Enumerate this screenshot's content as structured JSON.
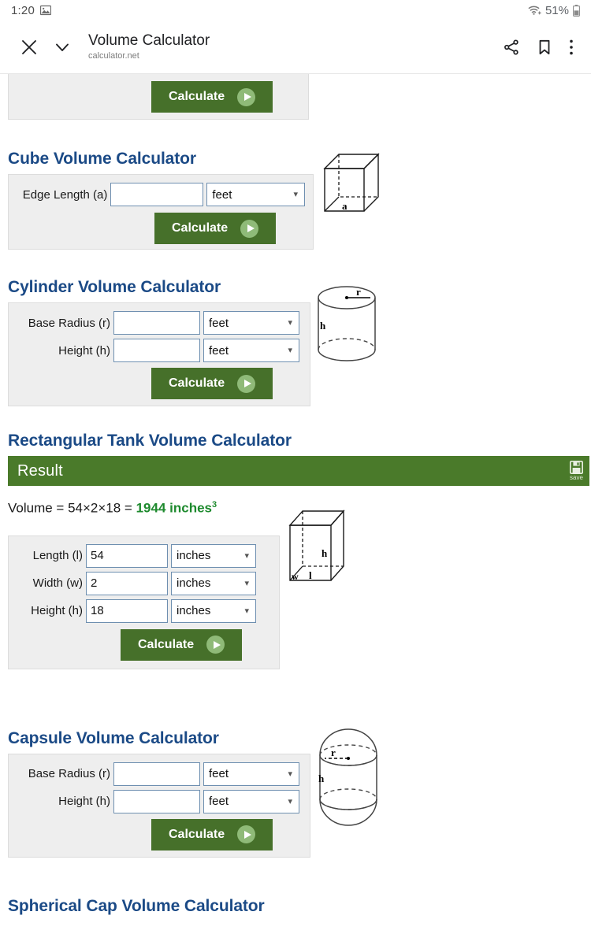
{
  "statusbar": {
    "time": "1:20",
    "image_icon": "image-icon",
    "wifi_icon": "wifi-icon",
    "battery_pct": "51%",
    "battery_icon": "battery-icon"
  },
  "appbar": {
    "close_icon": "close-icon",
    "chevron_down_icon": "chevron-down-icon",
    "title": "Volume Calculator",
    "subtitle": "calculator.net",
    "share_icon": "share-icon",
    "bookmark_icon": "bookmark-icon",
    "overflow_icon": "more-vertical-icon"
  },
  "common": {
    "calculate_label": "Calculate",
    "play_icon": "play-icon",
    "chevron": "⌄"
  },
  "sections": {
    "partial_top": {
      "calculate_label": "Calculate"
    },
    "cube": {
      "title": "Cube Volume Calculator",
      "fields": [
        {
          "label": "Edge Length (a)",
          "value": "",
          "unit": "feet"
        }
      ],
      "calculate_label": "Calculate",
      "diagram": "cube-diagram",
      "diagram_labels": [
        "a"
      ]
    },
    "cylinder": {
      "title": "Cylinder Volume Calculator",
      "fields": [
        {
          "label": "Base Radius (r)",
          "value": "",
          "unit": "feet"
        },
        {
          "label": "Height (h)",
          "value": "",
          "unit": "feet"
        }
      ],
      "calculate_label": "Calculate",
      "diagram": "cylinder-diagram",
      "diagram_labels": [
        "r",
        "h"
      ]
    },
    "rect_tank": {
      "title": "Rectangular Tank Volume Calculator",
      "result_label": "Result",
      "save_icon": "save-icon",
      "save_text": "save",
      "result_prefix": "Volume = 54×2×18 = ",
      "result_value": "1944 inches",
      "result_exponent": "3",
      "fields": [
        {
          "label": "Length (l)",
          "value": "54",
          "unit": "inches"
        },
        {
          "label": "Width (w)",
          "value": "2",
          "unit": "inches"
        },
        {
          "label": "Height (h)",
          "value": "18",
          "unit": "inches"
        }
      ],
      "calculate_label": "Calculate",
      "diagram": "rectangular-tank-diagram",
      "diagram_labels": [
        "h",
        "w",
        "l"
      ]
    },
    "capsule": {
      "title": "Capsule Volume Calculator",
      "fields": [
        {
          "label": "Base Radius (r)",
          "value": "",
          "unit": "feet"
        },
        {
          "label": "Height (h)",
          "value": "",
          "unit": "feet"
        }
      ],
      "calculate_label": "Calculate",
      "diagram": "capsule-diagram",
      "diagram_labels": [
        "r",
        "h"
      ]
    },
    "spherical_cap": {
      "title": "Spherical Cap Volume Calculator"
    }
  },
  "colors": {
    "heading_blue": "#1b4a86",
    "button_green": "#46702a",
    "result_green": "#4a7a2a",
    "value_green": "#1e8a2e",
    "panel_gray": "#eeeeee"
  }
}
